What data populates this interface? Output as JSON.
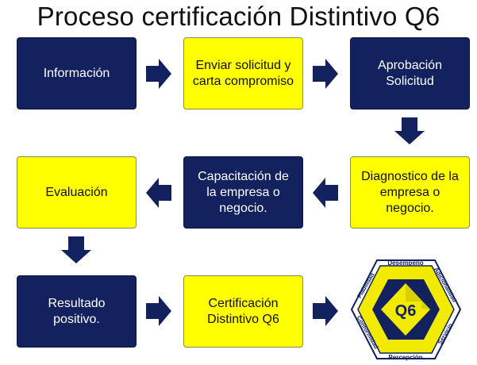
{
  "title": "Proceso certificación Distintivo Q6",
  "steps": {
    "informacion": "Información",
    "enviar": "Enviar solicitud y carta compromiso",
    "aprobacion": "Aprobación Solicitud",
    "diagnostico": "Diagnostico de la empresa o negocio.",
    "capacitacion": "Capacitación de la empresa o negocio.",
    "evaluacion": "Evaluación",
    "resultado": "Resultado positivo.",
    "certificacion": "Certificación Distintivo Q6"
  },
  "logo": {
    "center": "Q6",
    "top": "Desempeño",
    "top_right": "Adicionalidad",
    "bottom_right": "Servicio",
    "bottom": "Percepción",
    "bottom_left": "Conformidad",
    "top_left": "Fiabilidad"
  },
  "colors": {
    "navy": "#13225f",
    "yellow": "#ffff00"
  }
}
